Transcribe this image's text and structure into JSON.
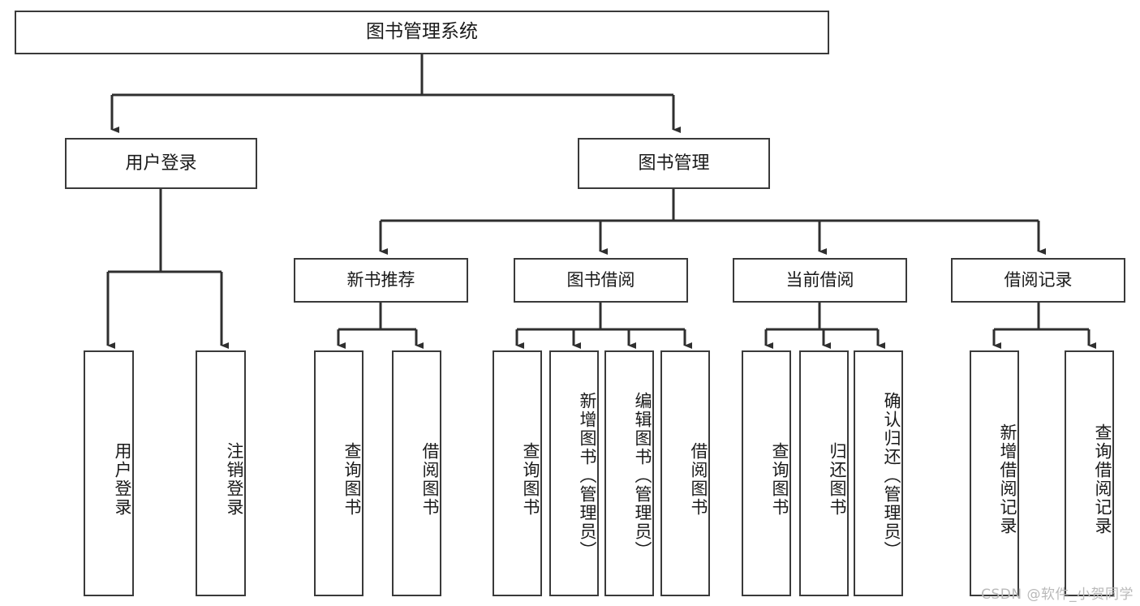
{
  "diagram": {
    "title": "图书管理系统",
    "root": {
      "label": "图书管理系统"
    },
    "level1": [
      {
        "label": "用户登录"
      },
      {
        "label": "图书管理"
      }
    ],
    "level2": [
      {
        "label": "新书推荐"
      },
      {
        "label": "图书借阅"
      },
      {
        "label": "当前借阅"
      },
      {
        "label": "借阅记录"
      }
    ],
    "leaves": [
      {
        "label": "用户登录",
        "parent": "用户登录"
      },
      {
        "label": "注销登录",
        "parent": "用户登录"
      },
      {
        "label": "查询图书",
        "parent": "新书推荐"
      },
      {
        "label": "借阅图书",
        "parent": "新书推荐"
      },
      {
        "label": "查询图书",
        "parent": "图书借阅"
      },
      {
        "label": "新增图书（管理员）",
        "parent": "图书借阅"
      },
      {
        "label": "编辑图书（管理员）",
        "parent": "图书借阅"
      },
      {
        "label": "借阅图书",
        "parent": "图书借阅"
      },
      {
        "label": "查询图书",
        "parent": "当前借阅"
      },
      {
        "label": "归还图书",
        "parent": "当前借阅"
      },
      {
        "label": "确认归还（管理员）",
        "parent": "当前借阅"
      },
      {
        "label": "新增借阅记录",
        "parent": "借阅记录"
      },
      {
        "label": "查询借阅记录",
        "parent": "借阅记录"
      }
    ],
    "watermark": "CSDN @软件_小贺同学",
    "colors": {
      "box_border": "#3a3a3a",
      "box_fill": "#ffffff",
      "edge": "#2f2f2f",
      "text": "#1a1a1a",
      "watermark": "#b9b9b9",
      "background": "#ffffff"
    }
  }
}
